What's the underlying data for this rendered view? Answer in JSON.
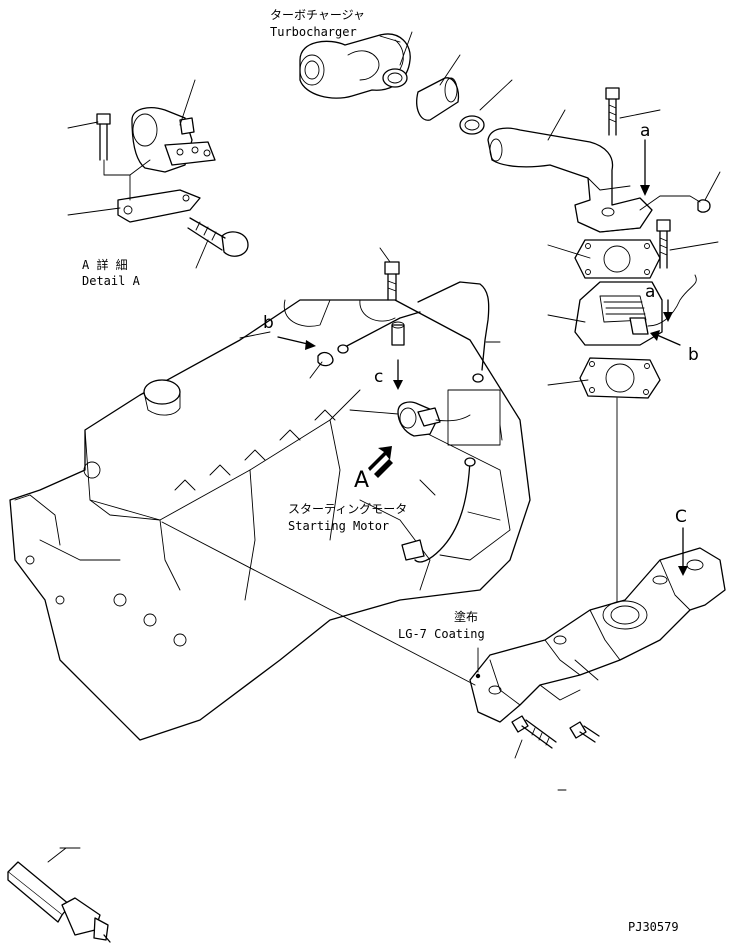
{
  "labels": {
    "turbocharger_jp": "ターボチャージャ",
    "turbocharger_en": "Turbocharger",
    "detail_a_jp": "A 詳 細",
    "detail_a_en": "Detail A",
    "starting_motor_jp": "スターティングモータ",
    "starting_motor_en": "Starting Motor",
    "coating_jp": "塗布",
    "coating_en": "LG-7 Coating",
    "drawing_code": "PJ30579"
  },
  "letters": {
    "a_top": "a",
    "a_mid": "a",
    "b_left": "b",
    "b_right": "b",
    "c_mid": "c",
    "c_right": "C",
    "A_arrow": "A"
  }
}
